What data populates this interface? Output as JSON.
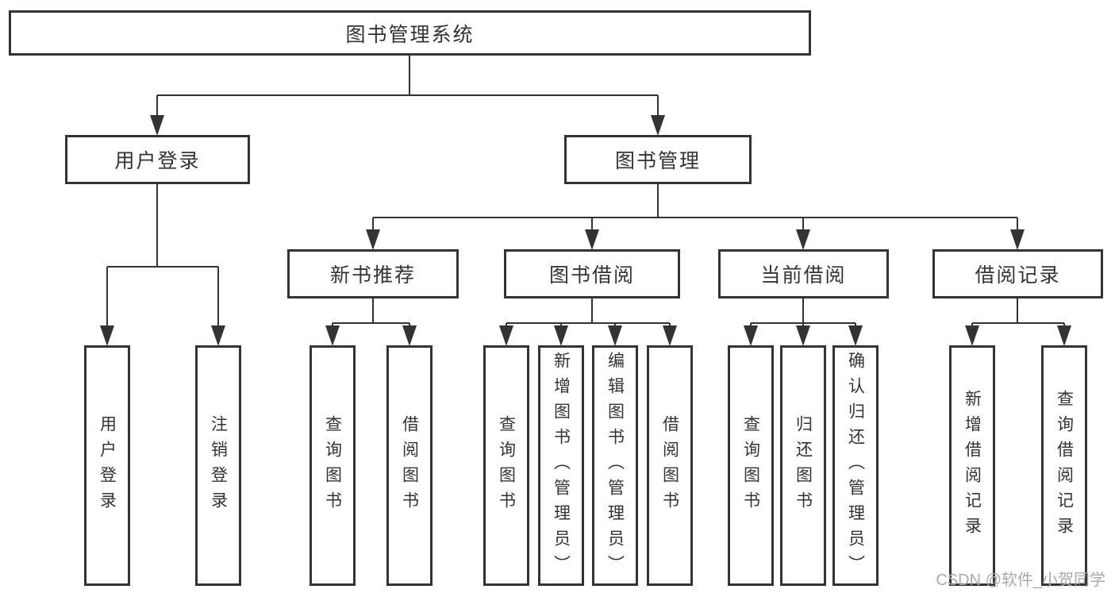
{
  "diagram": {
    "root": {
      "label": "图书管理系统"
    },
    "level2": {
      "user_login": {
        "label": "用户登录"
      },
      "book_management": {
        "label": "图书管理"
      }
    },
    "level3": {
      "new_book_recommend": {
        "label": "新书推荐"
      },
      "book_borrow": {
        "label": "图书借阅"
      },
      "current_borrow": {
        "label": "当前借阅"
      },
      "borrow_records": {
        "label": "借阅记录"
      }
    },
    "leaves": {
      "user_login": {
        "label": "用户登录"
      },
      "logout": {
        "label": "注销登录"
      },
      "query_books_recommend": {
        "label": "查询图书"
      },
      "borrow_books_recommend": {
        "label": "借阅图书"
      },
      "query_books_borrow": {
        "label": "查询图书"
      },
      "add_book_admin": {
        "label": "新增图书（管理员）"
      },
      "edit_book_admin": {
        "label": "编辑图书（管理员）"
      },
      "borrow_books_borrow": {
        "label": "借阅图书"
      },
      "query_books_current": {
        "label": "查询图书"
      },
      "return_book": {
        "label": "归还图书"
      },
      "confirm_return_admin": {
        "label": "确认归还（管理员）"
      },
      "add_borrow_record": {
        "label": "新增借阅记录"
      },
      "query_borrow_record": {
        "label": "查询借阅记录"
      }
    },
    "watermark": "CSDN @软件_小贺同学",
    "colors": {
      "line": "#333333",
      "box_border": "#333333",
      "box_fill": "#ffffff",
      "text": "#333333",
      "watermark": "#a9a9a9",
      "background": "#ffffff"
    }
  }
}
